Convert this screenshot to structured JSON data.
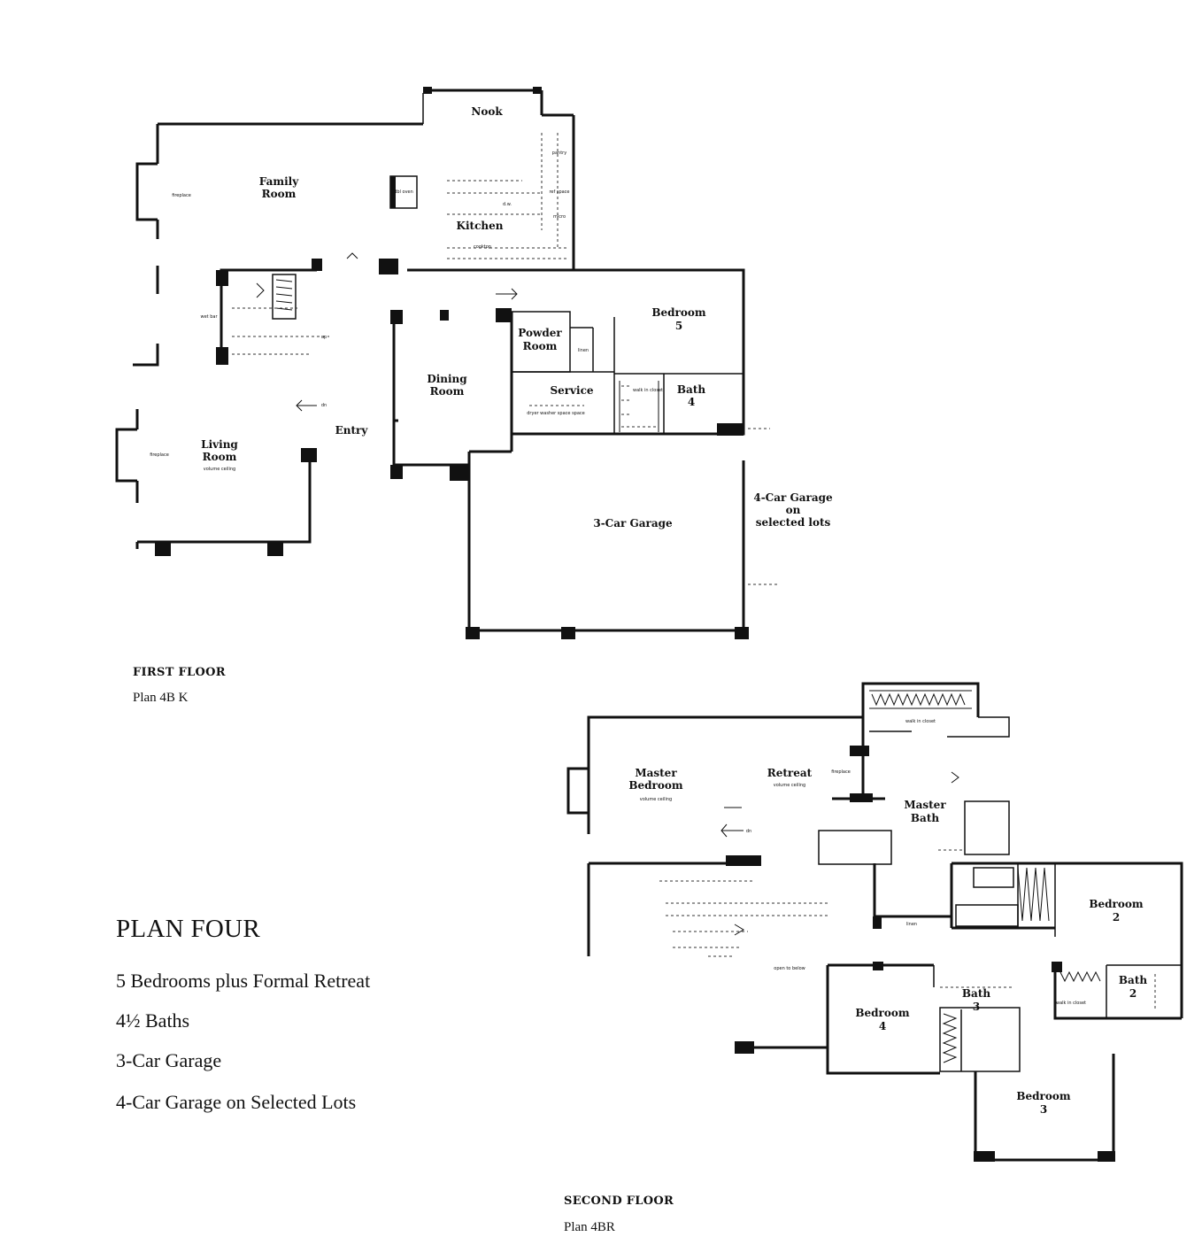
{
  "first_floor": {
    "title": "FIRST FLOOR",
    "plan_code": "Plan 4B K",
    "rooms": {
      "nook": "Nook",
      "family_room": [
        "Family",
        "Room"
      ],
      "kitchen": "Kitchen",
      "bedroom5": [
        "Bedroom",
        "5"
      ],
      "powder_room": [
        "Powder",
        "Room"
      ],
      "service": "Service",
      "bath4": [
        "Bath",
        "4"
      ],
      "dining_room": [
        "Dining",
        "Room"
      ],
      "entry": "Entry",
      "living_room": [
        "Living",
        "Room"
      ],
      "garage": "3-Car Garage"
    },
    "garage_note": [
      "4-Car Garage",
      "on",
      "selected lots"
    ],
    "small_labels": {
      "fireplace_family": "fireplace",
      "fireplace_living": "fireplace",
      "pantry": "pantry",
      "refrigerator": "ref space",
      "micro": "micro",
      "oven": "dbl oven",
      "cooktop": "cooktop",
      "dw": "d.w.",
      "linen": "linen",
      "walk_in_closet": "walk in closet",
      "dryer_washer": "dryer washer space space",
      "volume_ceiling": "volume ceiling",
      "wet_bar": "wet bar",
      "up": "up",
      "dn": "dn"
    }
  },
  "second_floor": {
    "title": "SECOND FLOOR",
    "plan_code": "Plan 4BR",
    "rooms": {
      "master_bedroom": [
        "Master",
        "Bedroom"
      ],
      "retreat": "Retreat",
      "master_bath": [
        "Master",
        "Bath"
      ],
      "bedroom2": [
        "Bedroom",
        "2"
      ],
      "bedroom4": [
        "Bedroom",
        "4"
      ],
      "bath3": [
        "Bath",
        "3"
      ],
      "bath2": [
        "Bath",
        "2"
      ],
      "bedroom3": [
        "Bedroom",
        "3"
      ]
    },
    "small_labels": {
      "volume_ceiling": "volume ceiling",
      "fireplace": "fireplace",
      "walk_in_closet": "walk in closet",
      "linen": "linen",
      "open_to_below": "open to below",
      "dn": "dn"
    }
  },
  "summary": {
    "plan_name": "PLAN FOUR",
    "features": [
      "5 Bedrooms plus Formal Retreat",
      "4½ Baths",
      "3-Car Garage",
      "4-Car Garage on Selected Lots"
    ]
  }
}
